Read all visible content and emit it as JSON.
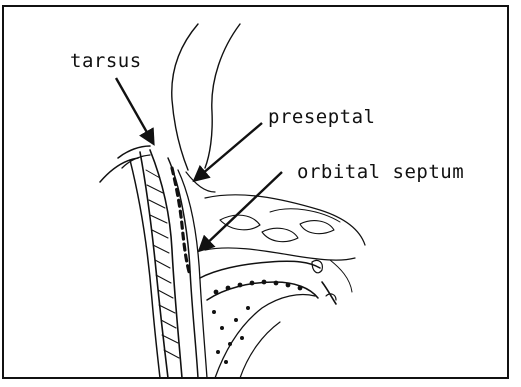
{
  "figure": {
    "labels": {
      "tarsus": "tarsus",
      "preseptal": "preseptal",
      "orbital_septum": "orbital septum"
    }
  }
}
